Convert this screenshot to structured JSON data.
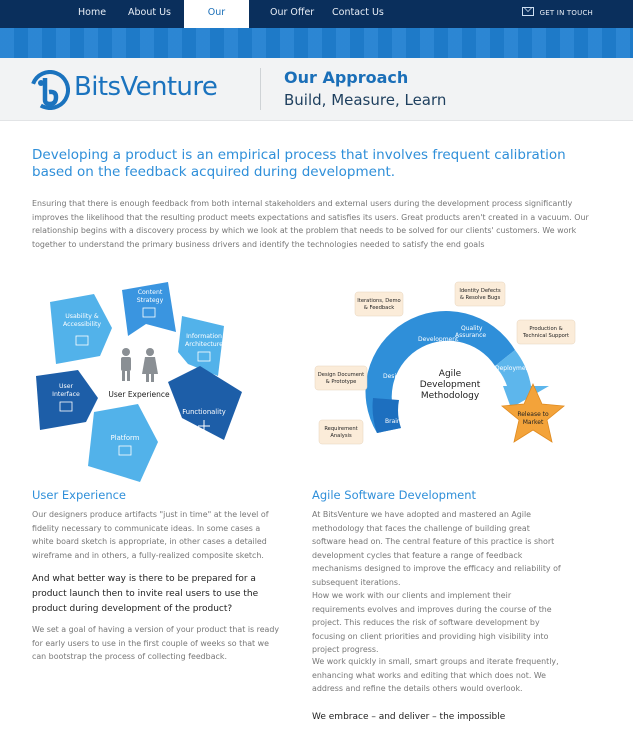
{
  "nav": {
    "items": [
      "Home",
      "About Us",
      "Our Approach",
      "Our Offer",
      "Contact Us"
    ],
    "active": "Our Approach",
    "get_in_touch": "GET IN TOUCH"
  },
  "header": {
    "logo_text": "BitsVenture",
    "title": "Our Approach",
    "subtitle": "Build, Measure, Learn"
  },
  "lead": "Developing a product is an empirical process that involves frequent calibration based on the feedback acquired during development.",
  "intro": "Ensuring that there is enough feedback from both internal stakeholders and external users during the development process significantly improves the likelihood that the resulting product meets expectations and satisfies its users. Great products aren't created in a vacuum. Our relationship begins with a discovery process by which we look at the problem that needs to be solved for our clients' customers. We work together to understand the primary business drivers and identify the technologies needed to satisfy the end goals",
  "ux_diagram": {
    "center": "User Experience",
    "segments": [
      "Content Strategy",
      "Information Architecture",
      "Functionality",
      "Platform",
      "User Interface",
      "Usability & Accessibility"
    ]
  },
  "agile_diagram": {
    "center": [
      "Agile",
      "Development",
      "Methodology"
    ],
    "phases": [
      "Development",
      "Quality Assurance",
      "Deployment",
      "Design",
      "Brainstorm"
    ],
    "callouts": [
      "Iterations, Demo & Feedback",
      "Identity Defects & Resolve Bugs",
      "Production & Technical Support",
      "Design Document & Prototype",
      "Requirement Analysis"
    ],
    "star": "Release to Market"
  },
  "ux": {
    "heading": "User Experience",
    "p1": "Our designers produce artifacts \"just in time\" at the level of fidelity necessary to communicate ideas. In some cases a white board sketch is appropriate, in other cases a detailed wireframe and in others, a fully-realized composite sketch.",
    "question": "And what better way is there to be prepared for a product launch then to invite real users to use the product during development of the product?",
    "p2": "We set a goal of having a version of your product that is ready for early users to use in the first couple of weeks so that we can bootstrap the process of collecting feedback."
  },
  "agile": {
    "heading": "Agile Software Development",
    "p1": "At BitsVenture we have adopted and mastered an Agile methodology that faces the challenge of building great software head on. The central feature of this practice is short development cycles that feature a range of feedback mechanisms designed to improve the efficacy and reliability of subsequent iterations.",
    "p2": "How we work with our clients and implement their requirements evolves and improves during the course of the project. This reduces the risk of software development by focusing on client priorities and providing high visibility into project progress.",
    "p3": "We work quickly in small, smart groups and iterate frequently, enhancing what works and editing that which does not. We address and refine the details others would overlook.",
    "tagline": "We embrace – and deliver – the impossible"
  },
  "colors": {
    "nav_bg": "#0a2f5c",
    "brand_blue": "#1b73be",
    "accent_blue": "#2f8fd9",
    "star_orange": "#f3a33a"
  }
}
